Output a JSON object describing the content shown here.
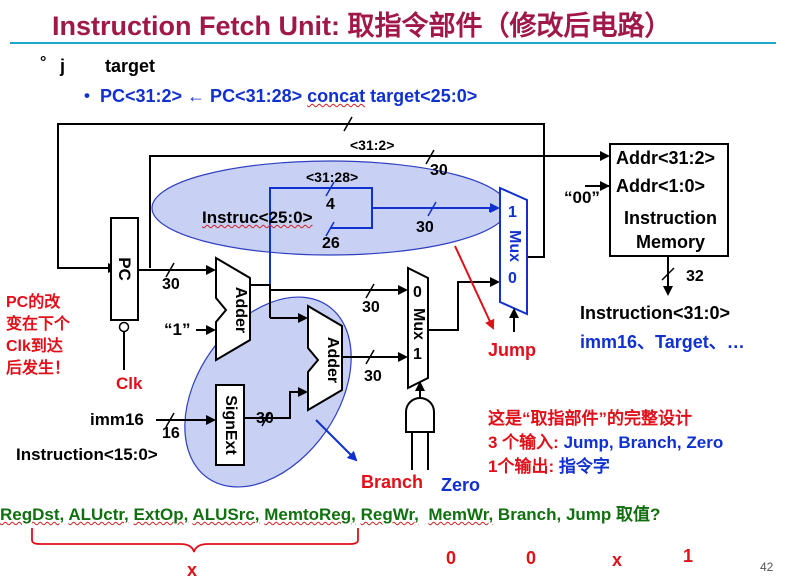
{
  "title": {
    "en": "Instruction Fetch Unit:",
    "zh": " 取指令部件（修改后电路）"
  },
  "bullets": {
    "level1_marker": "°",
    "level1_text": "j        target",
    "level2_marker": "•",
    "level2_text_a": "PC<31:2> ← PC<31:28> ",
    "level2_concat": "concat",
    "level2_text_b": " target<25:0>"
  },
  "labels": {
    "bus_31_2": "<31:2>",
    "w30_top": "30",
    "bus_31_28": "<31:28>",
    "w4": "4",
    "instruc_25_0": "Instruc<25:0>",
    "w26": "26",
    "w30_mux1": "30",
    "pc": "PC",
    "w30_pc_out": "30",
    "adder1": "Adder",
    "one_literal": "“1”",
    "w30_adder1_out": "30",
    "adder2": "Adder",
    "w30_adder2_out": "30",
    "signext": "SignExt",
    "w30_signext": "30",
    "imm16": "imm16",
    "w16": "16",
    "instruction_15_0": "Instruction<15:0>",
    "clk": "Clk",
    "mux_upper": [
      "1",
      "Mux",
      "0"
    ],
    "mux_lower": [
      "0",
      "Mux",
      "1"
    ],
    "jump": "Jump",
    "branch": "Branch",
    "zero": "Zero",
    "addr_31_2": "Addr<31:2>",
    "addr_1_0": "Addr<1:0>",
    "zeros_00": "“00”",
    "imem": [
      "Instruction",
      "Memory"
    ],
    "w32": "32",
    "instr_31_0": "Instruction<31:0>",
    "imm16_target": "imm16、Target、…",
    "note_pc": [
      "PC的改",
      "变在下个",
      "Clk到达",
      "后发生！"
    ],
    "summary_title": "这是“取指部件”的完整设计",
    "summary_inputs_label": "3 个输入: ",
    "summary_inputs": "Jump, Branch, Zero",
    "summary_outputs_label": "1个输出: ",
    "summary_outputs": "指令字"
  },
  "control_signals": {
    "names": [
      "RegDst,",
      "ALUctr,",
      "ExtOp,",
      "ALUSrc,",
      "MemtoReg,",
      "RegWr,",
      "MemWr,",
      "Branch,",
      "Jump"
    ],
    "question": " 取值?",
    "values": {
      "group_x": "x",
      "memwr": "0",
      "regwr": "0",
      "branch": "x",
      "jump": "1"
    }
  },
  "page_number": "42",
  "colors": {
    "title": "#a01848",
    "accent_line": "#1ca8c8",
    "blue_text": "#1030d0",
    "red_text": "#e0101a",
    "green_text": "#107010",
    "ellipse_fill": "#c8d0f4",
    "ellipse_stroke": "#3040c0"
  }
}
